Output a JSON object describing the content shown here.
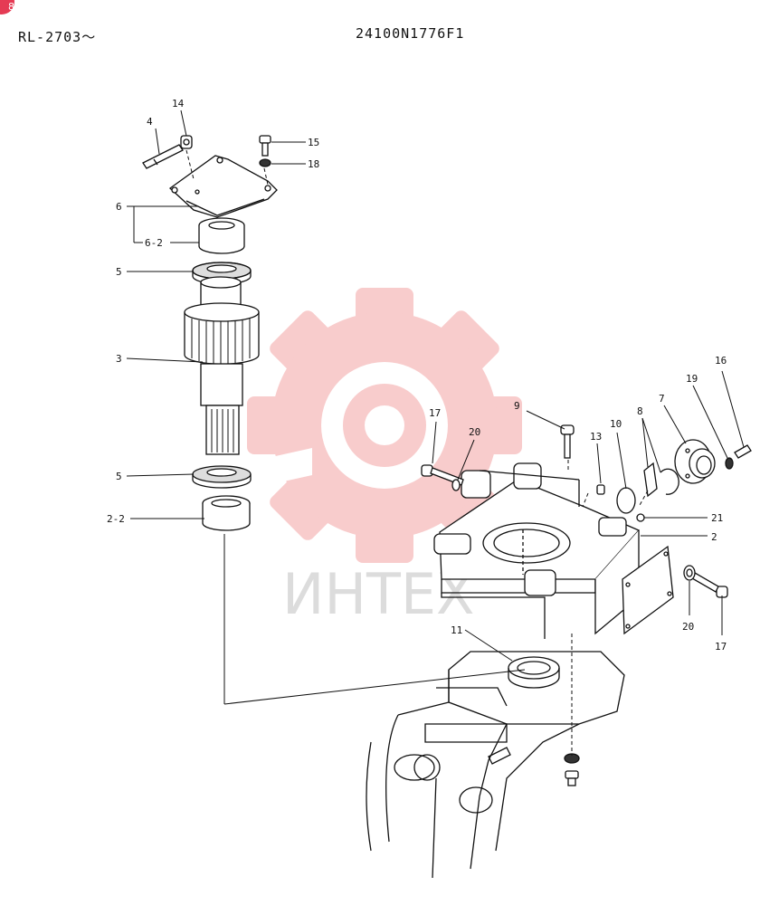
{
  "header": {
    "left_code": "RL-2703〜",
    "right_code": "24100N1776F1",
    "badge": "8"
  },
  "watermark": {
    "text": "ИНТЕХ",
    "color": "#f4a3a3"
  },
  "callouts": {
    "c4": "4",
    "c14": "14",
    "c15": "15",
    "c18": "18",
    "c6": "6",
    "c6_2": "6-2",
    "c5a": "5",
    "c3": "3",
    "c5b": "5",
    "c2_2": "2-2",
    "c17a": "17",
    "c20a": "20",
    "c9": "9",
    "c13": "13",
    "c10": "10",
    "c8": "8",
    "c7": "7",
    "c19": "19",
    "c16": "16",
    "c21": "21",
    "c2": "2",
    "c11": "11",
    "c20b": "20",
    "c17b": "17"
  }
}
